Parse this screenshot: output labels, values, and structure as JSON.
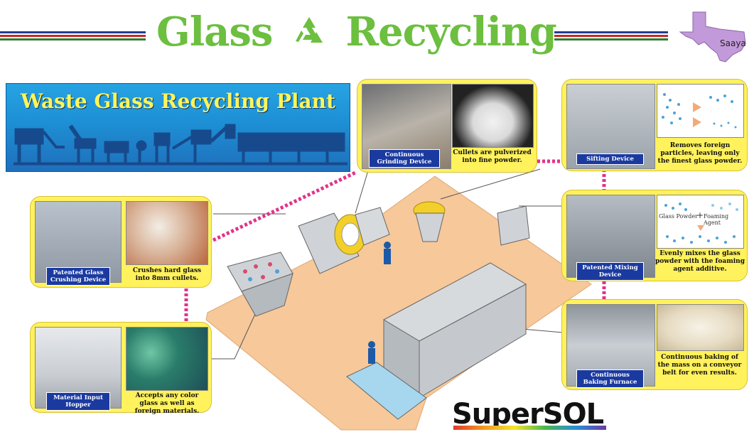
{
  "header": {
    "title_left": "Glass",
    "title_right": "Recycling",
    "recycle_icon": "recycle-icon",
    "colors": {
      "title": "#6cbf3f",
      "stripe_red": "#c62828",
      "stripe_blue": "#1f3f8f",
      "stripe_green": "#2e7d32"
    }
  },
  "region_badge": {
    "label": "Saaya",
    "icon": "texas-map-icon",
    "color": "#c39ad9"
  },
  "plant_banner": {
    "title": "Waste Glass Recycling Plant",
    "colors": {
      "background": "#1d8fd4",
      "title": "#fff45a"
    }
  },
  "steps": [
    {
      "caption": "Material Input Hopper",
      "description": "Accepts any color glass as well as foreign materials."
    },
    {
      "caption": "Patented Glass Crushing Device",
      "description": "Crushes hard glass into 8mm cullets."
    },
    {
      "caption": "Continuous Grinding Device",
      "description": "Cullets are pulverized into fine powder."
    },
    {
      "caption": "Sifting Device",
      "description": "Removes foreign particles, leaving only the finest glass powder."
    },
    {
      "caption": "Patented Mixing Device",
      "description": "Evenly mixes the glass powder with the foaming agent additive.",
      "diagram_labels": [
        "Glass Powder",
        "Foaming Agent"
      ]
    },
    {
      "caption": "Continuous Baking Furnace",
      "description": "Continuous baking of the mass on a conveyor belt for even results."
    }
  ],
  "brand": {
    "name": "SuperSOL"
  },
  "card_color": "#fff25c",
  "caption_color": "#1b3aa0",
  "flow_arrow_color": "#e0338a",
  "floor_color": "#f6c89a"
}
